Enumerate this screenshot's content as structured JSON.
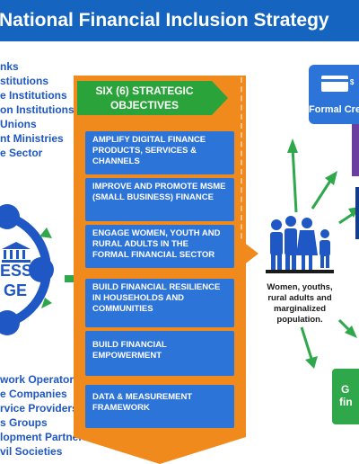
{
  "banner": {
    "title": "National Financial Inclusion Strategy"
  },
  "left_list_top": [
    "nks",
    "stitutions",
    "e Institutions",
    "on Institutions",
    "Unions",
    "nt Ministries",
    "e Sector"
  ],
  "left_list_bottom": [
    "work Operators",
    "e Companies",
    "rvice Providers",
    "s Groups",
    "lopment Partners",
    "vil Societies"
  ],
  "hub": {
    "line1": "ESS",
    "line2": "GE"
  },
  "objectives": {
    "header": "SIX (6) STRATEGIC OBJECTIVES",
    "items": [
      "AMPLIFY DIGITAL FINANCE PRODUCTS, SERVICES & CHANNELS",
      "IMPROVE AND PROMOTE MSME (SMALL BUSINESS) FINANCE",
      "ENGAGE WOMEN, YOUTH AND RURAL ADULTS IN THE FORMAL FINANCIAL SECTOR",
      "BUILD FINANCIAL RESILIENCE IN HOUSEHOLDS AND COMMUNITIES",
      "BUILD FINANCIAL EMPOWERMENT",
      "DATA & MEASUREMENT FRAMEWORK"
    ]
  },
  "population": {
    "label": "Women, youths, rural adults and marginalized population."
  },
  "outcomes": {
    "formal_credit": "Formal Cre",
    "green_line1": "G",
    "green_line2": "fin"
  },
  "colors": {
    "banner": "#1565c0",
    "objective": "#2d74d9",
    "header": "#2aa43a",
    "arrow": "#f08a1c",
    "green": "#2ea84a",
    "purple": "#6b3fa0",
    "navy": "#123c8c"
  }
}
